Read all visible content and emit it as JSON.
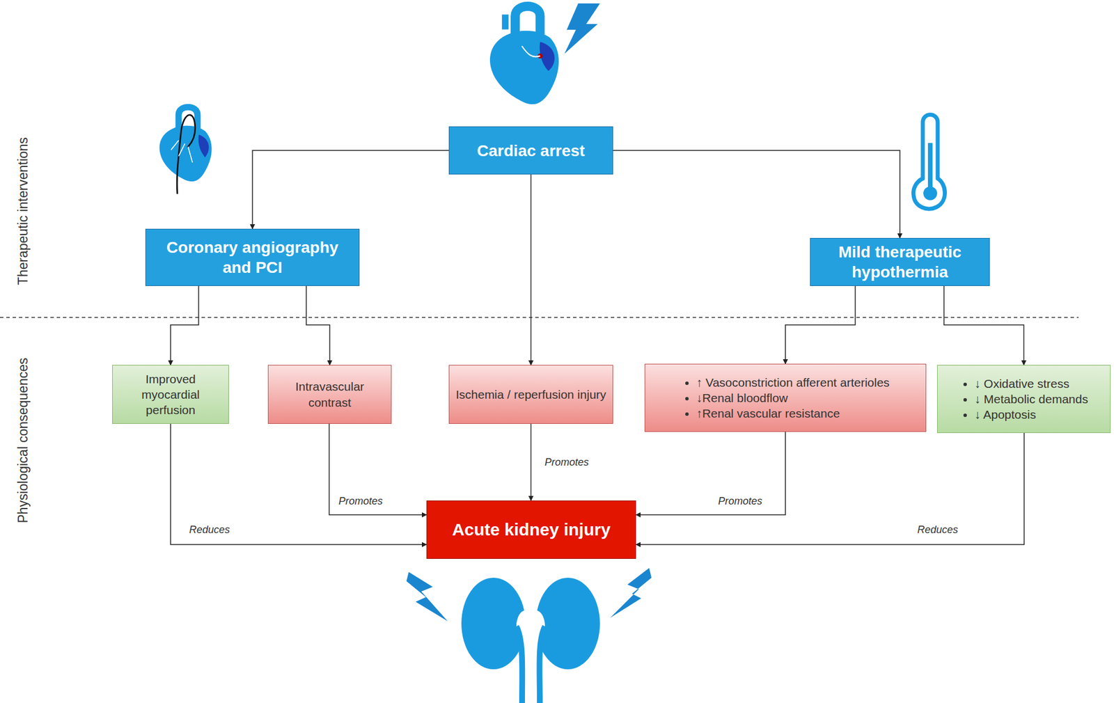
{
  "diagram": {
    "nodes": [
      {
        "text": [
          "Cardiac arrest"
        ]
      },
      {
        "text": [
          "Coronary angiography and PCI"
        ]
      },
      {
        "text": [
          "Mild therapeutic hypothermia"
        ]
      },
      {
        "text": [
          "Improved myocardial perfusion"
        ]
      },
      {
        "text": [
          "Intravascular contrast"
        ]
      },
      {
        "text": [
          "Ischemia / reperfusion injury"
        ]
      },
      {
        "text": [
          "↑ Vasoconstriction afferent arterioles",
          "↓Renal bloodflow",
          "↑Renal vascular resistance"
        ]
      },
      {
        "text": [
          "↓ Oxidative stress",
          "↓ Metabolic demands",
          "↓ Apoptosis"
        ]
      },
      {
        "text": [
          "Acute kidney injury"
        ]
      }
    ],
    "edges": [
      {
        "from": 0,
        "to": 1,
        "arrow": "to"
      },
      {
        "from": 0,
        "to": 5,
        "arrow": "to"
      },
      {
        "from": 0,
        "to": 2,
        "arrow": "to"
      },
      {
        "from": 1,
        "to": 3,
        "arrow": "to"
      },
      {
        "from": 1,
        "to": 4,
        "arrow": "to"
      },
      {
        "from": 2,
        "to": 6,
        "arrow": "to"
      },
      {
        "from": 2,
        "to": 7,
        "arrow": "to"
      },
      {
        "from": 3,
        "to": 8,
        "label": "Reduces",
        "arrow": "to"
      },
      {
        "from": 4,
        "to": 8,
        "label": "Promotes",
        "arrow": "to"
      },
      {
        "from": 5,
        "to": 8,
        "label": "Promotes",
        "arrow": "to"
      },
      {
        "from": 6,
        "to": 8,
        "label": "Promotes",
        "arrow": "to"
      },
      {
        "from": 7,
        "to": 8,
        "label": "Reduces",
        "arrow": "to"
      }
    ],
    "labels": [
      "Therapeutic interventions",
      "Physiological consequences"
    ]
  }
}
